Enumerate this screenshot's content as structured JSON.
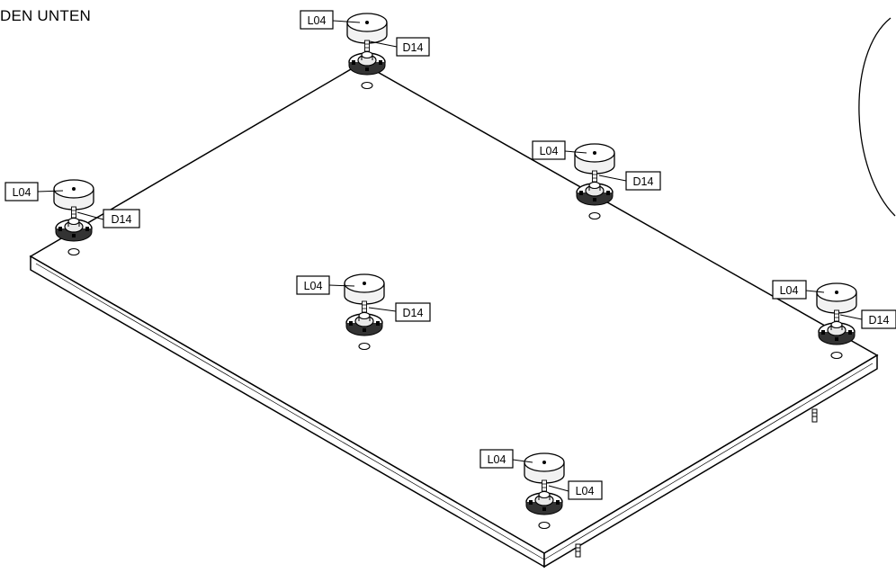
{
  "heading": "DEN UNTEN",
  "callouts": {
    "foot_part": "L04",
    "base_part": "D14",
    "base_part_front": "L04"
  },
  "assemblies": [
    {
      "id": "top",
      "foot_label": "L04",
      "base_label": "D14"
    },
    {
      "id": "left",
      "foot_label": "L04",
      "base_label": "D14"
    },
    {
      "id": "mid-right",
      "foot_label": "L04",
      "base_label": "D14"
    },
    {
      "id": "center",
      "foot_label": "L04",
      "base_label": "D14"
    },
    {
      "id": "right",
      "foot_label": "L04",
      "base_label": "D14"
    },
    {
      "id": "bottom",
      "foot_label": "L04",
      "base_label": "L04"
    }
  ]
}
